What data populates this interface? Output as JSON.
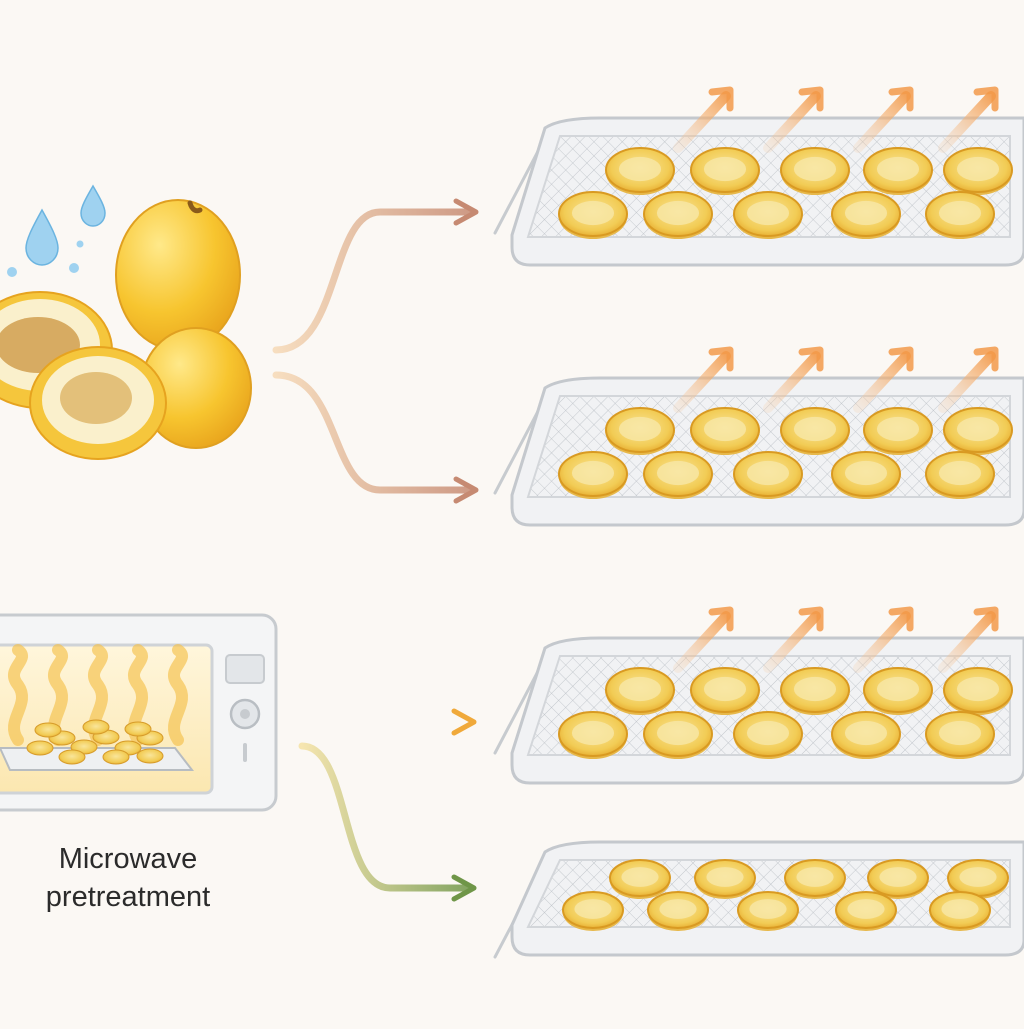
{
  "labels": {
    "microwave_line1": "Microwave",
    "microwave_line2": "pretreatment"
  },
  "colors": {
    "background": "#fbf8f4",
    "fruit": "#f6c531",
    "slice": "#f3c84a",
    "tray": "#e9ebed",
    "arrow_top": "#c98e6a",
    "arrow_mw": "#f0b03e",
    "arrow_bottom": "#7d9a4e",
    "heat": "#f2a55c",
    "water": "#8cc8ec"
  },
  "icons": {
    "fruit": "fruit-group-icon",
    "water": "water-drops-icon",
    "microwave": "microwave-oven-icon",
    "tray": "drying-tray-icon",
    "heat": "heat-wave-arrow-icon"
  },
  "trays": [
    {
      "name": "tray-1",
      "heated": true
    },
    {
      "name": "tray-2",
      "heated": true
    },
    {
      "name": "tray-3",
      "heated": true
    },
    {
      "name": "tray-4",
      "heated": false
    }
  ]
}
